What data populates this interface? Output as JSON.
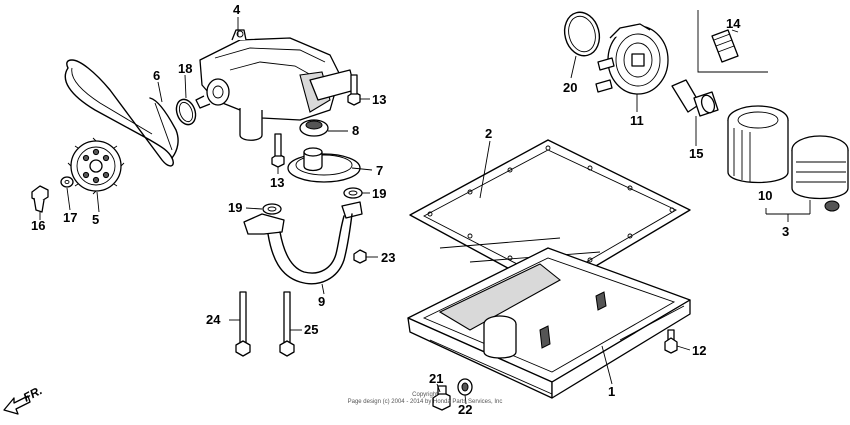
{
  "callouts": {
    "c1": "1",
    "c2": "2",
    "c3": "3",
    "c4": "4",
    "c5": "5",
    "c6": "6",
    "c7": "7",
    "c8": "8",
    "c9": "9",
    "c10": "10",
    "c11": "11",
    "c12": "12",
    "c13a": "13",
    "c13b": "13",
    "c14": "14",
    "c15": "15",
    "c16": "16",
    "c17": "17",
    "c18": "18",
    "c19a": "19",
    "c19b": "19",
    "c20": "20",
    "c21": "21",
    "c22": "22",
    "c23": "23",
    "c24": "24",
    "c25": "25"
  },
  "direction_label": "FR.",
  "copyright_line1": "Copyright",
  "copyright_line2": "Page design (c) 2004 - 2014 by Honda Parts Services, Inc"
}
